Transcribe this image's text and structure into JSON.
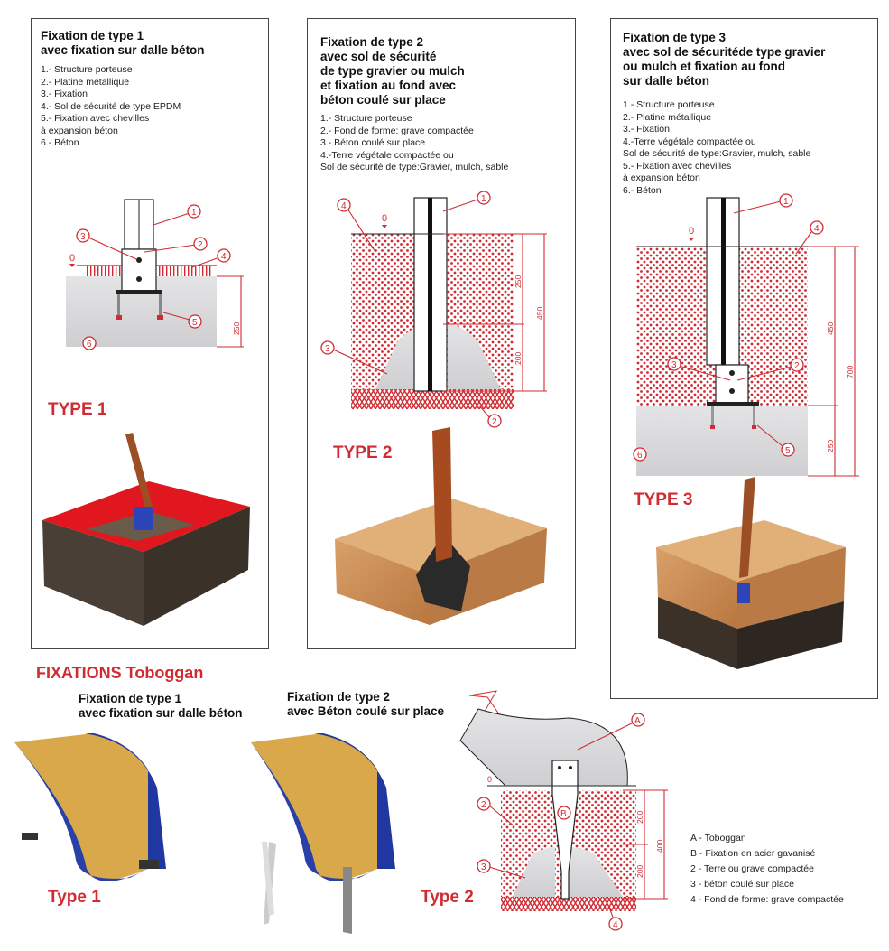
{
  "panel1": {
    "title": "Fixation de type 1\navec fixation sur dalle béton",
    "items": [
      "1.- Structure porteuse",
      "2.- Platine métallique",
      "3.- Fixation",
      "4.- Sol de sécurité de type EPDM",
      "5.- Fixation avec chevilles\nà expansion béton",
      "6.- Béton"
    ],
    "dims": {
      "depth": "250",
      "level": "0"
    },
    "callouts": [
      "1",
      "2",
      "3",
      "4",
      "5",
      "6"
    ],
    "label": "TYPE 1"
  },
  "panel2": {
    "title": "Fixation de type 2\navec sol de sécurité\nde type gravier ou mulch\net fixation au fond avec\nbéton coulé sur place",
    "items": [
      "1.- Structure porteuse",
      "2.- Fond de forme: grave compactée",
      "3.- Béton coulé sur place",
      "4.-Terre végétale compactée ou\nSol de sécurité de type:Gravier, mulch, sable"
    ],
    "dims": {
      "d1": "250",
      "d2": "200",
      "total": "450",
      "level": "0"
    },
    "callouts": [
      "1",
      "2",
      "3",
      "4"
    ],
    "label": "TYPE 2"
  },
  "panel3": {
    "title": "Fixation de type 3\navec sol de sécuritéde type gravier\nou mulch et fixation au fond\nsur dalle béton",
    "items": [
      "1.- Structure porteuse",
      "2.- Platine métallique",
      "3.- Fixation",
      "4.-Terre végétale compactée ou\nSol de sécurité de type:Gravier, mulch, sable",
      "5.- Fixation avec chevilles\nà expansion béton",
      "6.- Béton"
    ],
    "dims": {
      "d1": "450",
      "d2": "250",
      "total": "700",
      "level": "0"
    },
    "callouts": [
      "1",
      "2",
      "3",
      "4",
      "5",
      "6"
    ],
    "label": "TYPE 3"
  },
  "toboggan": {
    "heading": "FIXATIONS Toboggan",
    "type1_title": "Fixation de type 1\navec fixation sur dalle béton",
    "type2_title": "Fixation de type 2\navec Béton coulé sur place",
    "type1_label": "Type 1",
    "type2_label": "Type 2",
    "dims": {
      "d1": "200",
      "d2": "200",
      "total": "400",
      "level": "0"
    },
    "callouts": [
      "A",
      "B",
      "2",
      "3",
      "4"
    ],
    "legend": [
      "A - Toboggan",
      "B - Fixation en acier gavanisé",
      "2 - Terre ou grave compactée",
      "3 - béton coulé sur place",
      "4 - Fond de forme: grave compactée"
    ]
  },
  "colors": {
    "accent": "#d02b33",
    "concrete": "#d9d9dc",
    "wood": "#c98b52",
    "slide_blue": "#2840a8",
    "slide_yellow": "#d9a84a"
  }
}
